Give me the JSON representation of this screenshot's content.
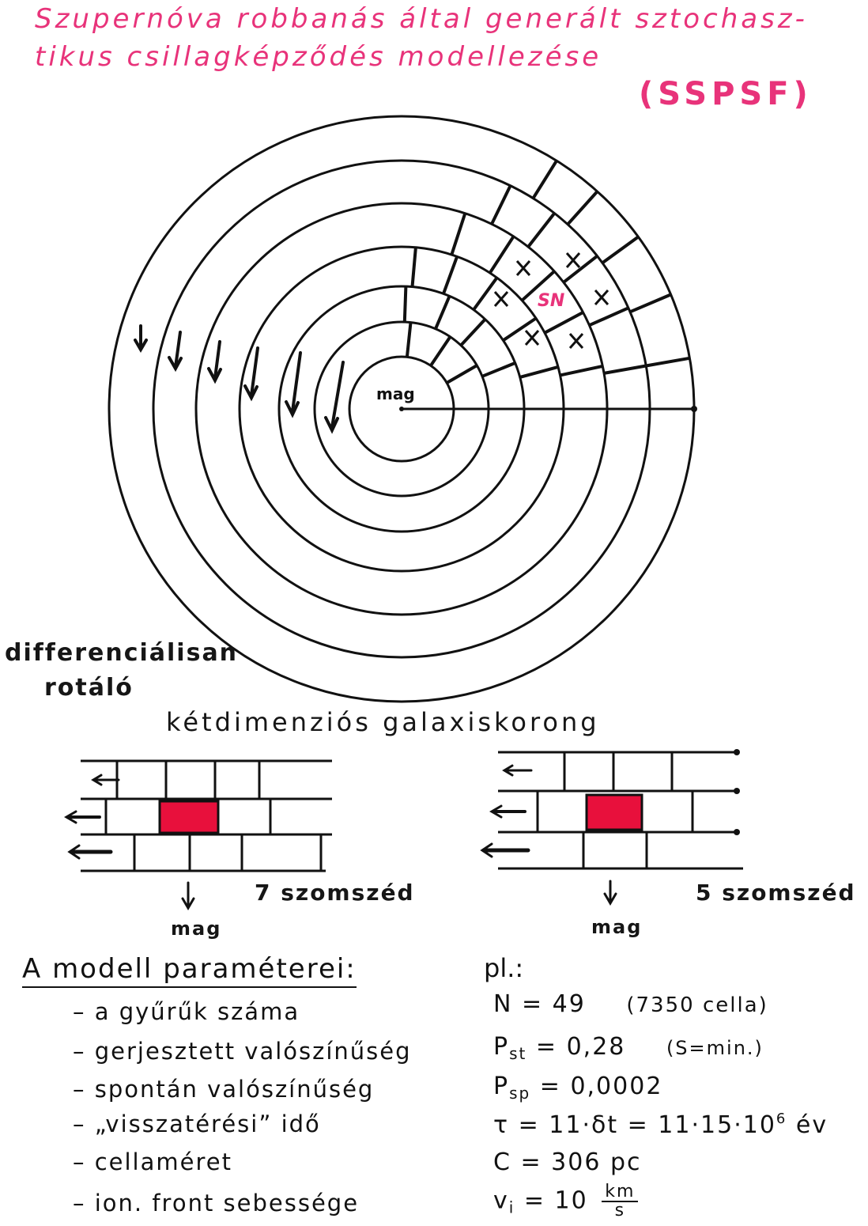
{
  "title": {
    "line1": "Szupernóva robbanás által generált sztochasz-",
    "line2": "tikus csillagképződés modellezése",
    "abbr": "(SSPSF)"
  },
  "disk": {
    "core_label": "mag",
    "sn_label": "SN",
    "caption_line1": "differenciálisan",
    "caption_line2": "rotáló",
    "caption_line3": "kétdimenziós galaxiskorong"
  },
  "neighbors": {
    "left_label": "7 szomszéd",
    "right_label": "5 szomszéd",
    "left_core": "mag",
    "right_core": "mag"
  },
  "parameters": {
    "heading": "A modell paraméterei:",
    "example_heading": "pl.:",
    "items": [
      "– a gyűrűk száma",
      "– gerjesztett valószínűség",
      "– spontán valószínűség",
      "– „visszatérési” idő",
      "– cellaméret",
      "– ion. front sebessége"
    ],
    "values": {
      "n": "N = 49",
      "n_note": "(7350 cella)",
      "pst_sym": "P",
      "pst_sub": "st",
      "pst_val": "= 0,28",
      "pst_note": "(S=min.)",
      "psp_sym": "P",
      "psp_sub": "sp",
      "psp_val": "= 0,0002",
      "tau_main": "τ = 11·δt = 11·15·10",
      "tau_exp": "6",
      "tau_unit": "év",
      "c": "C = 306 pc",
      "v_sym": "v",
      "v_sub": "i",
      "v_val": "= 10",
      "v_unit_num": "km",
      "v_unit_den": "s"
    }
  },
  "colors": {
    "title": "#e8337a",
    "sn": "#e8337a",
    "highlight": "#e8103c",
    "ink": "#111111"
  }
}
